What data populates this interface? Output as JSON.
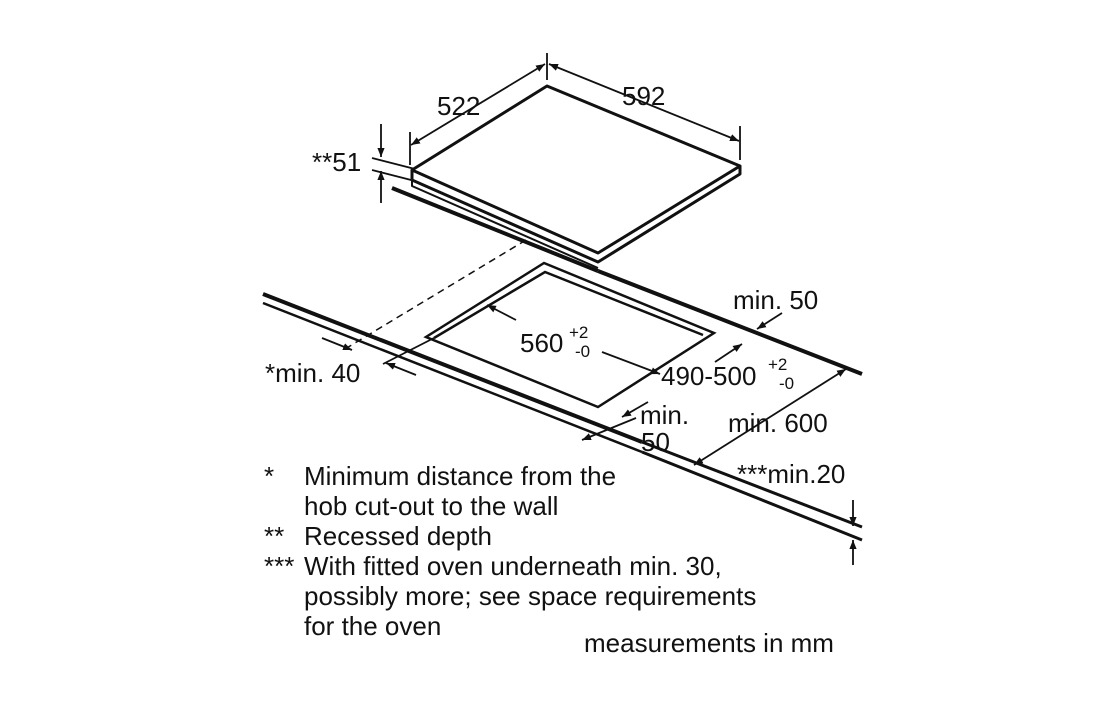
{
  "dimensions": {
    "hob_depth": "522",
    "hob_width": "592",
    "recessed": "**51",
    "cutout_width": "560",
    "cutout_width_tol_plus": "+2",
    "cutout_width_tol_minus": "-0",
    "cutout_depth": "490-500",
    "cutout_depth_tol_plus": "+2",
    "cutout_depth_tol_minus": "-0",
    "min_wall": "*min. 40",
    "min_back": "min. 50",
    "min_front_a": "min.",
    "min_front_b": "50",
    "min_depth": "min. 600",
    "min_thickness": "***min.20"
  },
  "notes": [
    {
      "mark": "*",
      "lines": [
        "Minimum distance from the",
        "hob cut-out to the wall"
      ]
    },
    {
      "mark": "**",
      "lines": [
        "Recessed depth"
      ]
    },
    {
      "mark": "***",
      "lines": [
        "With fitted oven underneath min. 30,",
        "possibly more; see space requirements",
        "for the oven"
      ]
    }
  ],
  "units_note": "measurements in mm",
  "colors": {
    "line": "#111111",
    "background": "#ffffff"
  }
}
